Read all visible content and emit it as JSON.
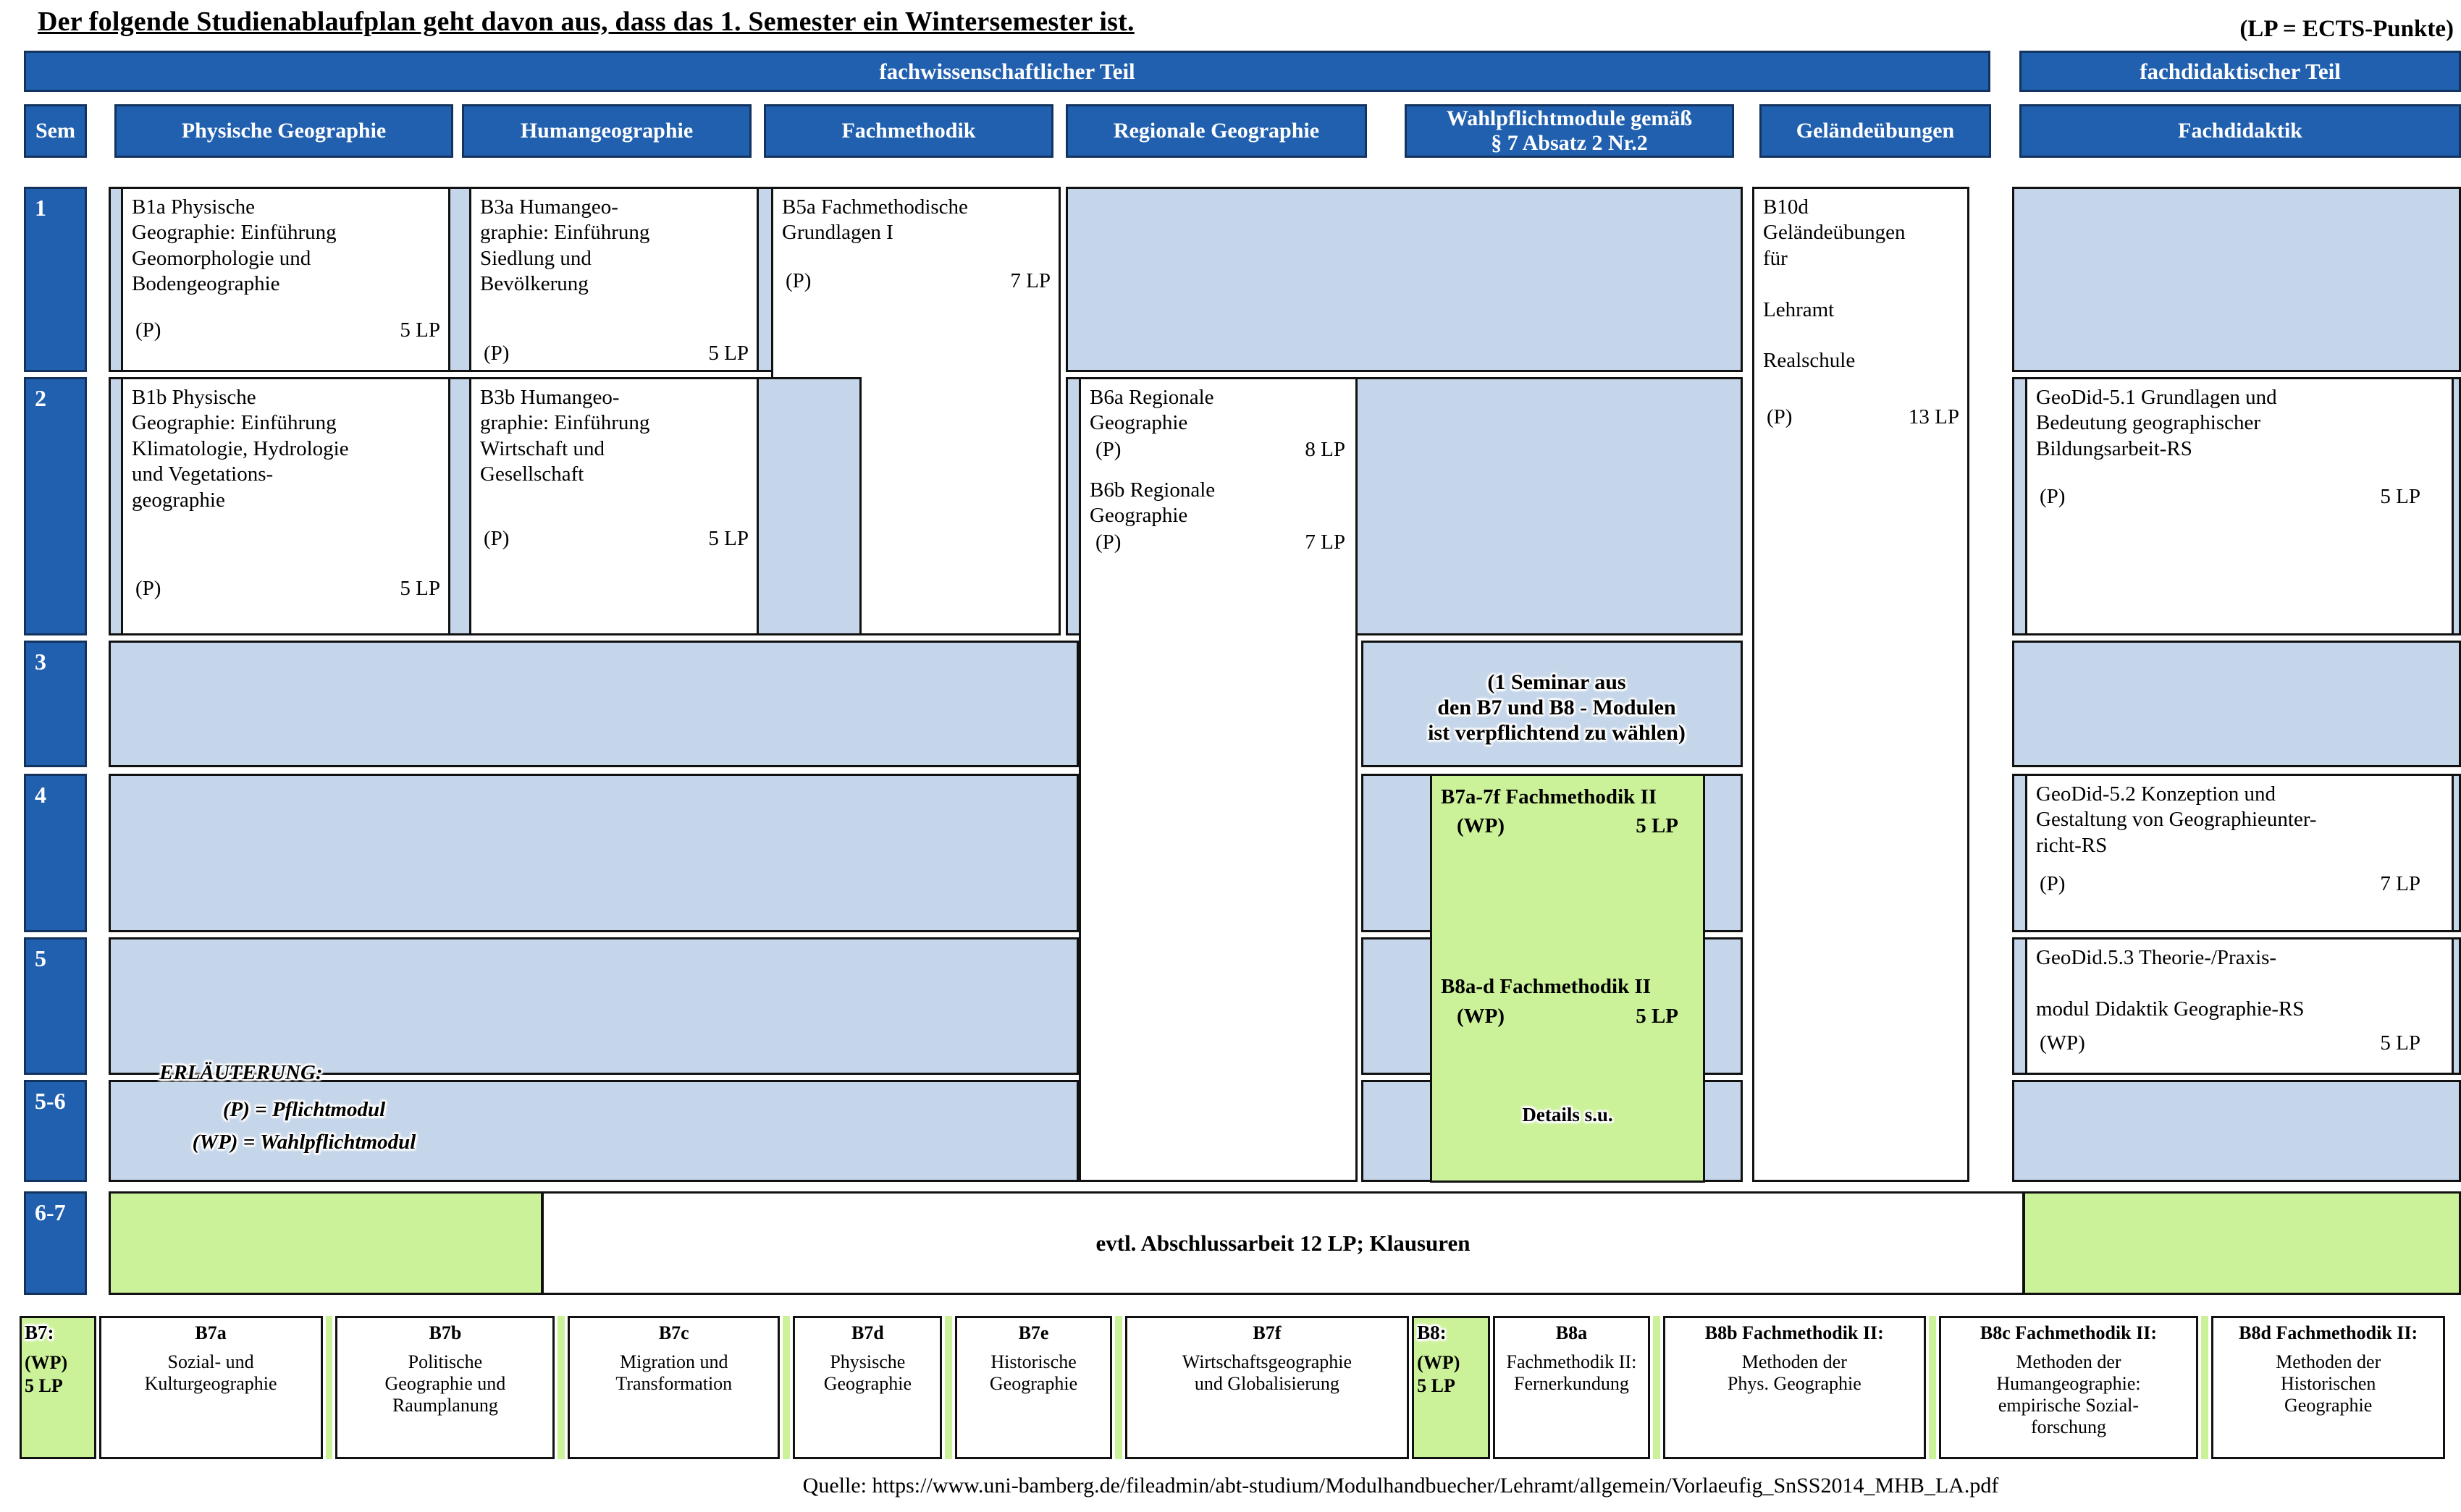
{
  "title": "Der folgende Studienablaufplan geht davon aus, dass das 1. Semester ein Wintersemester ist.",
  "lp_note": "(LP = ECTS-Punkte)",
  "bands": {
    "fachwissenschaft": "fachwissenschaftlicher Teil",
    "fachdidaktik": "fachdidaktischer Teil"
  },
  "columns": {
    "sem": "Sem",
    "physische": "Physische Geographie",
    "human": "Humangeographie",
    "fachmethodik": "Fachmethodik",
    "regionale": "Regionale Geographie",
    "wahlpflicht_l1": "Wahlpflichtmodule gemäß",
    "wahlpflicht_l2": "§ 7 Absatz 2 Nr.2",
    "gelaende": "Geländeübungen",
    "fachdidaktik": "Fachdidaktik"
  },
  "semesters": {
    "s1": "1",
    "s2": "2",
    "s3": "3",
    "s4": "4",
    "s5": "5",
    "s56": "5-6",
    "s67": "6-7"
  },
  "modules": {
    "b1a": {
      "text": "B1a Physische\nGeographie: Einführung\nGeomorphologie und\nBodengeographie",
      "type": "(P)",
      "lp": "5 LP"
    },
    "b1b": {
      "text": "B1b Physische\nGeographie: Einführung\nKlimatologie, Hydrologie\nund Vegetations-\ngeographie",
      "type": "(P)",
      "lp": "5 LP"
    },
    "b3a": {
      "text": "B3a Humangeo-\ngraphie: Einführung\nSiedlung und\nBevölkerung",
      "type": "(P)",
      "lp": "5 LP"
    },
    "b3b": {
      "text": "B3b Humangeo-\ngraphie: Einführung\nWirtschaft und\nGesellschaft",
      "type": "(P)",
      "lp": "5 LP"
    },
    "b5a": {
      "text": "B5a Fachmethodische\nGrundlagen I",
      "type": "(P)",
      "lp": "7 LP"
    },
    "b6a": {
      "text": "B6a Regionale\nGeographie",
      "type": "(P)",
      "lp": "8 LP"
    },
    "b6b": {
      "text": "B6b Regionale\nGeographie",
      "type": "(P)",
      "lp": "7 LP"
    },
    "b10d": {
      "text": "B10d\nGeländeübungen\nfür\n\nLehramt\n\nRealschule",
      "type": "(P)",
      "lp": "13 LP"
    },
    "b7af": {
      "text": "B7a-7f Fachmethodik II",
      "type": "(WP)",
      "lp": "5 LP"
    },
    "b8ad": {
      "text": "B8a-d Fachmethodik II",
      "type": "(WP)",
      "lp": "5 LP"
    },
    "geodid51": {
      "text": "GeoDid-5.1 Grundlagen und\nBedeutung geographischer\nBildungsarbeit-RS",
      "type": "(P)",
      "lp": "5 LP"
    },
    "geodid52": {
      "text": "GeoDid-5.2 Konzeption und\nGestaltung von Geographieunter-\nricht-RS",
      "type": "(P)",
      "lp": "7 LP"
    },
    "geodid53": {
      "text": "GeoDid.5.3 Theorie-/Praxis-\n\nmodul Didaktik Geographie-RS",
      "type": "(WP)",
      "lp": "5 LP"
    }
  },
  "annotations": {
    "seminar_hint": "(1 Seminar aus\nden B7 und B8 - Modulen\nist verpflichtend zu wählen)",
    "details": "Details s.u.",
    "erlaeuterung_title": "ERLÄUTERUNG:",
    "erlaeuterung_p": "(P) = Pflichtmodul",
    "erlaeuterung_wp": "(WP) = Wahlpflichtmodul",
    "abschlussarbeit": "evtl. Abschlussarbeit 12 LP; Klausuren"
  },
  "legend": {
    "b7_key": {
      "code": "B7:",
      "type": "(WP)",
      "lp": "5 LP"
    },
    "b8_key": {
      "code": "B8:",
      "type": "(WP)",
      "lp": "5 LP"
    },
    "items": [
      {
        "code": "B7a",
        "name": "Sozial- und\nKulturgeographie"
      },
      {
        "code": "B7b",
        "name": "Politische\nGeographie und\nRaumplanung"
      },
      {
        "code": "B7c",
        "name": "Migration und\nTransformation"
      },
      {
        "code": "B7d",
        "name": "Physische\nGeographie"
      },
      {
        "code": "B7e",
        "name": "Historische\nGeographie"
      },
      {
        "code": "B7f",
        "name": "Wirtschaftsgeographie\nund Globalisierung"
      },
      {
        "code": "B8a",
        "name": "Fachmethodik II:\nFernerkundung"
      },
      {
        "code": "B8b Fachmethodik II:",
        "name": "Methoden der\nPhys. Geographie"
      },
      {
        "code": "B8c Fachmethodik II:",
        "name": "Methoden der\nHumangeographie:\nempirische Sozial-\nforschung"
      },
      {
        "code": "B8d Fachmethodik II:",
        "name": "Methoden der\nHistorischen\nGeographie"
      }
    ]
  },
  "source": "Quelle: https://www.uni-bamberg.de/fileadmin/abt-studium/Modulhandbuecher/Lehramt/allgemein/Vorlaeufig_SnSS2014_MHB_LA.pdf",
  "colors": {
    "blue": "#2160AF",
    "light_blue": "#C5D6EA",
    "green": "#CCF299",
    "white": "#FFFFFF",
    "text": "#000000"
  }
}
